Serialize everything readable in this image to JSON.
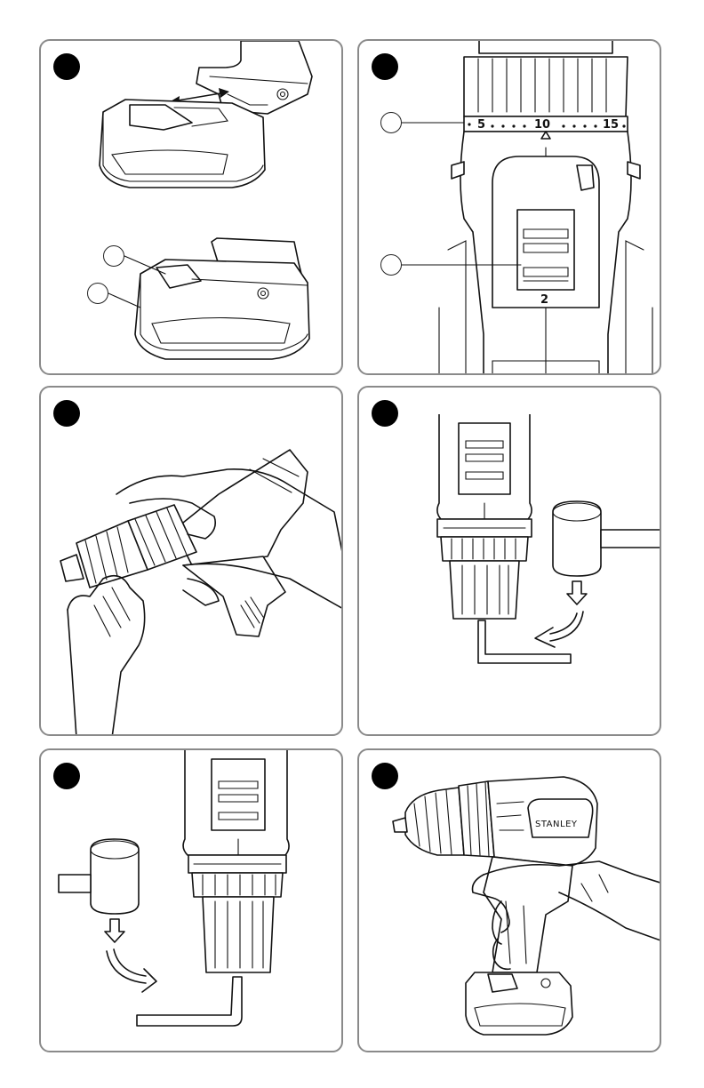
{
  "panels": [
    {
      "id": "A",
      "topic": "battery-attach-release"
    },
    {
      "id": "B",
      "topic": "torque-collar"
    },
    {
      "id": "C",
      "topic": "chuck-tightening"
    },
    {
      "id": "D",
      "topic": "chuck-screw-removal"
    },
    {
      "id": "E",
      "topic": "chuck-removal"
    },
    {
      "id": "F",
      "topic": "grip"
    }
  ],
  "torque_scale": {
    "mark_low": "5",
    "mark_mid": "10",
    "mark_high": "15"
  },
  "speed_selector": {
    "position": "2"
  },
  "brand": {
    "name": "STANLEY"
  },
  "icons": {
    "badge": "step-number-badge",
    "callout": "callout-circle"
  }
}
